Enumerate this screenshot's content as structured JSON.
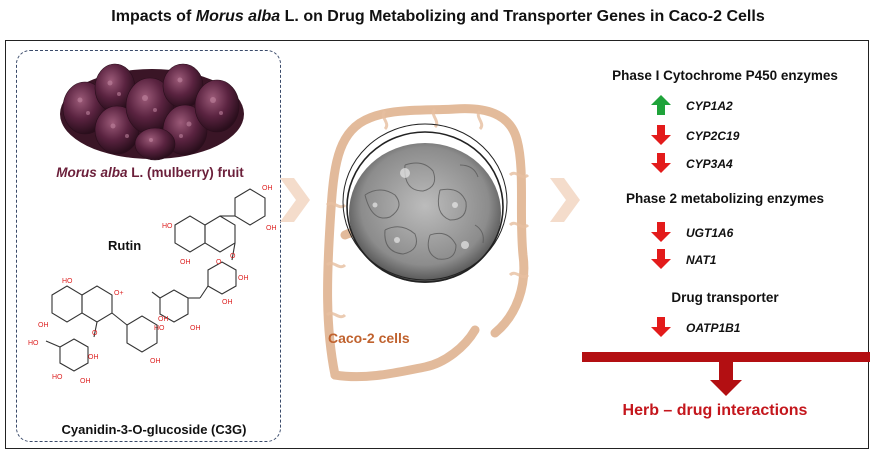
{
  "title": {
    "before": "Impacts of ",
    "species": "Morus alba",
    "after": " L. on Drug Metabolizing and Transporter Genes in Caco-2 Cells"
  },
  "left_panel": {
    "fruit_caption_species": "Morus alba",
    "fruit_caption_rest": " L. (mulberry) fruit",
    "rutin_label": "Rutin",
    "c3g_label": "Cyanidin-3-O-glucoside (C3G)"
  },
  "center": {
    "cell_label": "Caco-2 cells"
  },
  "right_panel": {
    "groups": [
      {
        "heading": "Phase I Cytochrome P450 enzymes",
        "genes": [
          {
            "name": "CYP1A2",
            "direction": "up"
          },
          {
            "name": "CYP2C19",
            "direction": "down"
          },
          {
            "name": "CYP3A4",
            "direction": "down"
          }
        ]
      },
      {
        "heading": "Phase 2 metabolizing enzymes",
        "genes": [
          {
            "name": "UGT1A6",
            "direction": "down"
          },
          {
            "name": "NAT1",
            "direction": "down"
          }
        ]
      },
      {
        "heading": "Drug transporter",
        "genes": [
          {
            "name": "OATP1B1",
            "direction": "down"
          }
        ]
      }
    ]
  },
  "result": "Herb – drug interactions",
  "colors": {
    "up_arrow": "#1fa33a",
    "down_arrow": "#e31b1b",
    "result_text": "#c4161c",
    "bar": "#b30f12",
    "intestine": "#d9a47a",
    "fruit_caption": "#6b1f3a",
    "caco_label": "#c0622e"
  }
}
